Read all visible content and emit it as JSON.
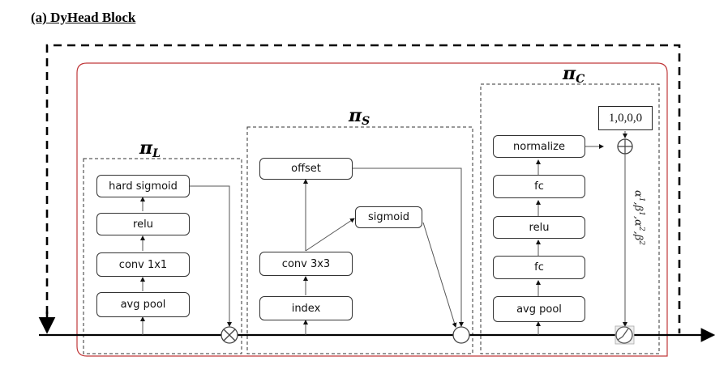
{
  "title": "(a) DyHead Block",
  "modules": {
    "level": {
      "symbol": "π",
      "subscript": "L",
      "blocks": [
        "hard sigmoid",
        "relu",
        "conv 1x1",
        "avg pool"
      ],
      "combine_op": "multiply"
    },
    "spatial": {
      "symbol": "π",
      "subscript": "S",
      "blocks": {
        "offset": "offset",
        "sigmoid": "sigmoid",
        "conv": "conv 3x3",
        "index": "index"
      },
      "combine_op": "deformable-sample"
    },
    "channel": {
      "symbol": "π",
      "subscript": "C",
      "blocks": [
        "normalize",
        "fc",
        "relu",
        "fc",
        "avg pool"
      ],
      "init_value": "1,0,0,0",
      "params_label": {
        "a1": "α",
        "a1s": "1",
        "b1": "β",
        "b1s": "1",
        "a2": "α",
        "a2s": "2",
        "b2": "β",
        "b2s": "2"
      },
      "add_op": "add",
      "combine_op": "dynamic-relu"
    }
  },
  "colors": {
    "outer_dashed": "#000000",
    "residual_border": "#c0393b",
    "module_dashed": "#333333",
    "arrow": "#555555",
    "main_line": "#000000"
  }
}
